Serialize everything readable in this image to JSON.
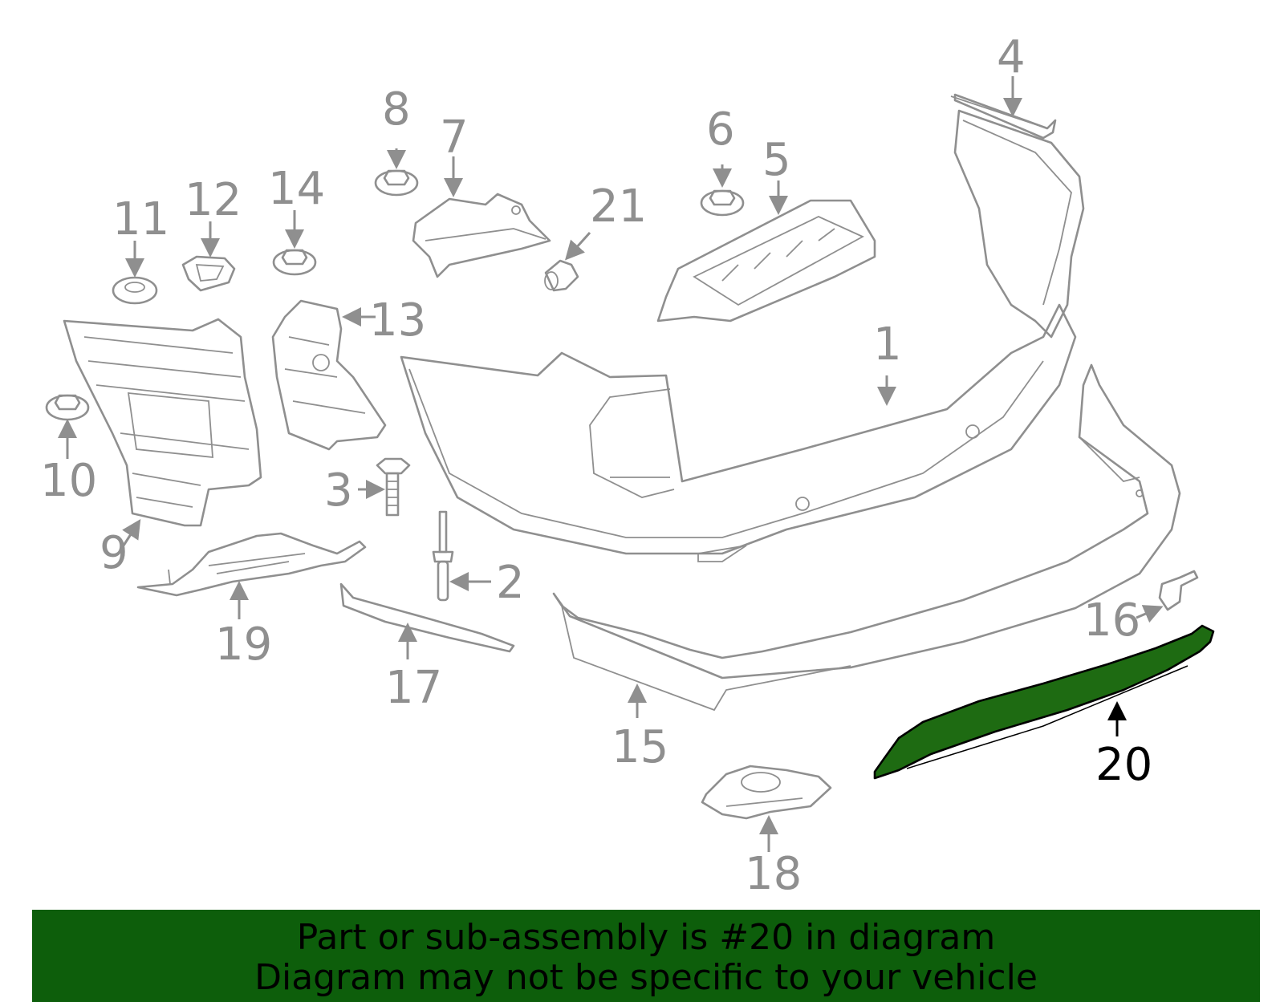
{
  "callouts": {
    "c1": "1",
    "c2": "2",
    "c3": "3",
    "c4": "4",
    "c5": "5",
    "c6": "6",
    "c7": "7",
    "c8": "8",
    "c9": "9",
    "c10": "10",
    "c11": "11",
    "c12": "12",
    "c13": "13",
    "c14": "14",
    "c15": "15",
    "c16": "16",
    "c17": "17",
    "c18": "18",
    "c19": "19",
    "c20": "20",
    "c21": "21"
  },
  "highlighted_part": "20",
  "colors": {
    "part_stroke": "#8f8f8f",
    "highlight_fill": "#1e6b12",
    "banner_bg": "#0d5e0b"
  },
  "banner": {
    "line1": "Part or sub-assembly is #20 in diagram",
    "line2": "Diagram may not be specific to your vehicle"
  }
}
